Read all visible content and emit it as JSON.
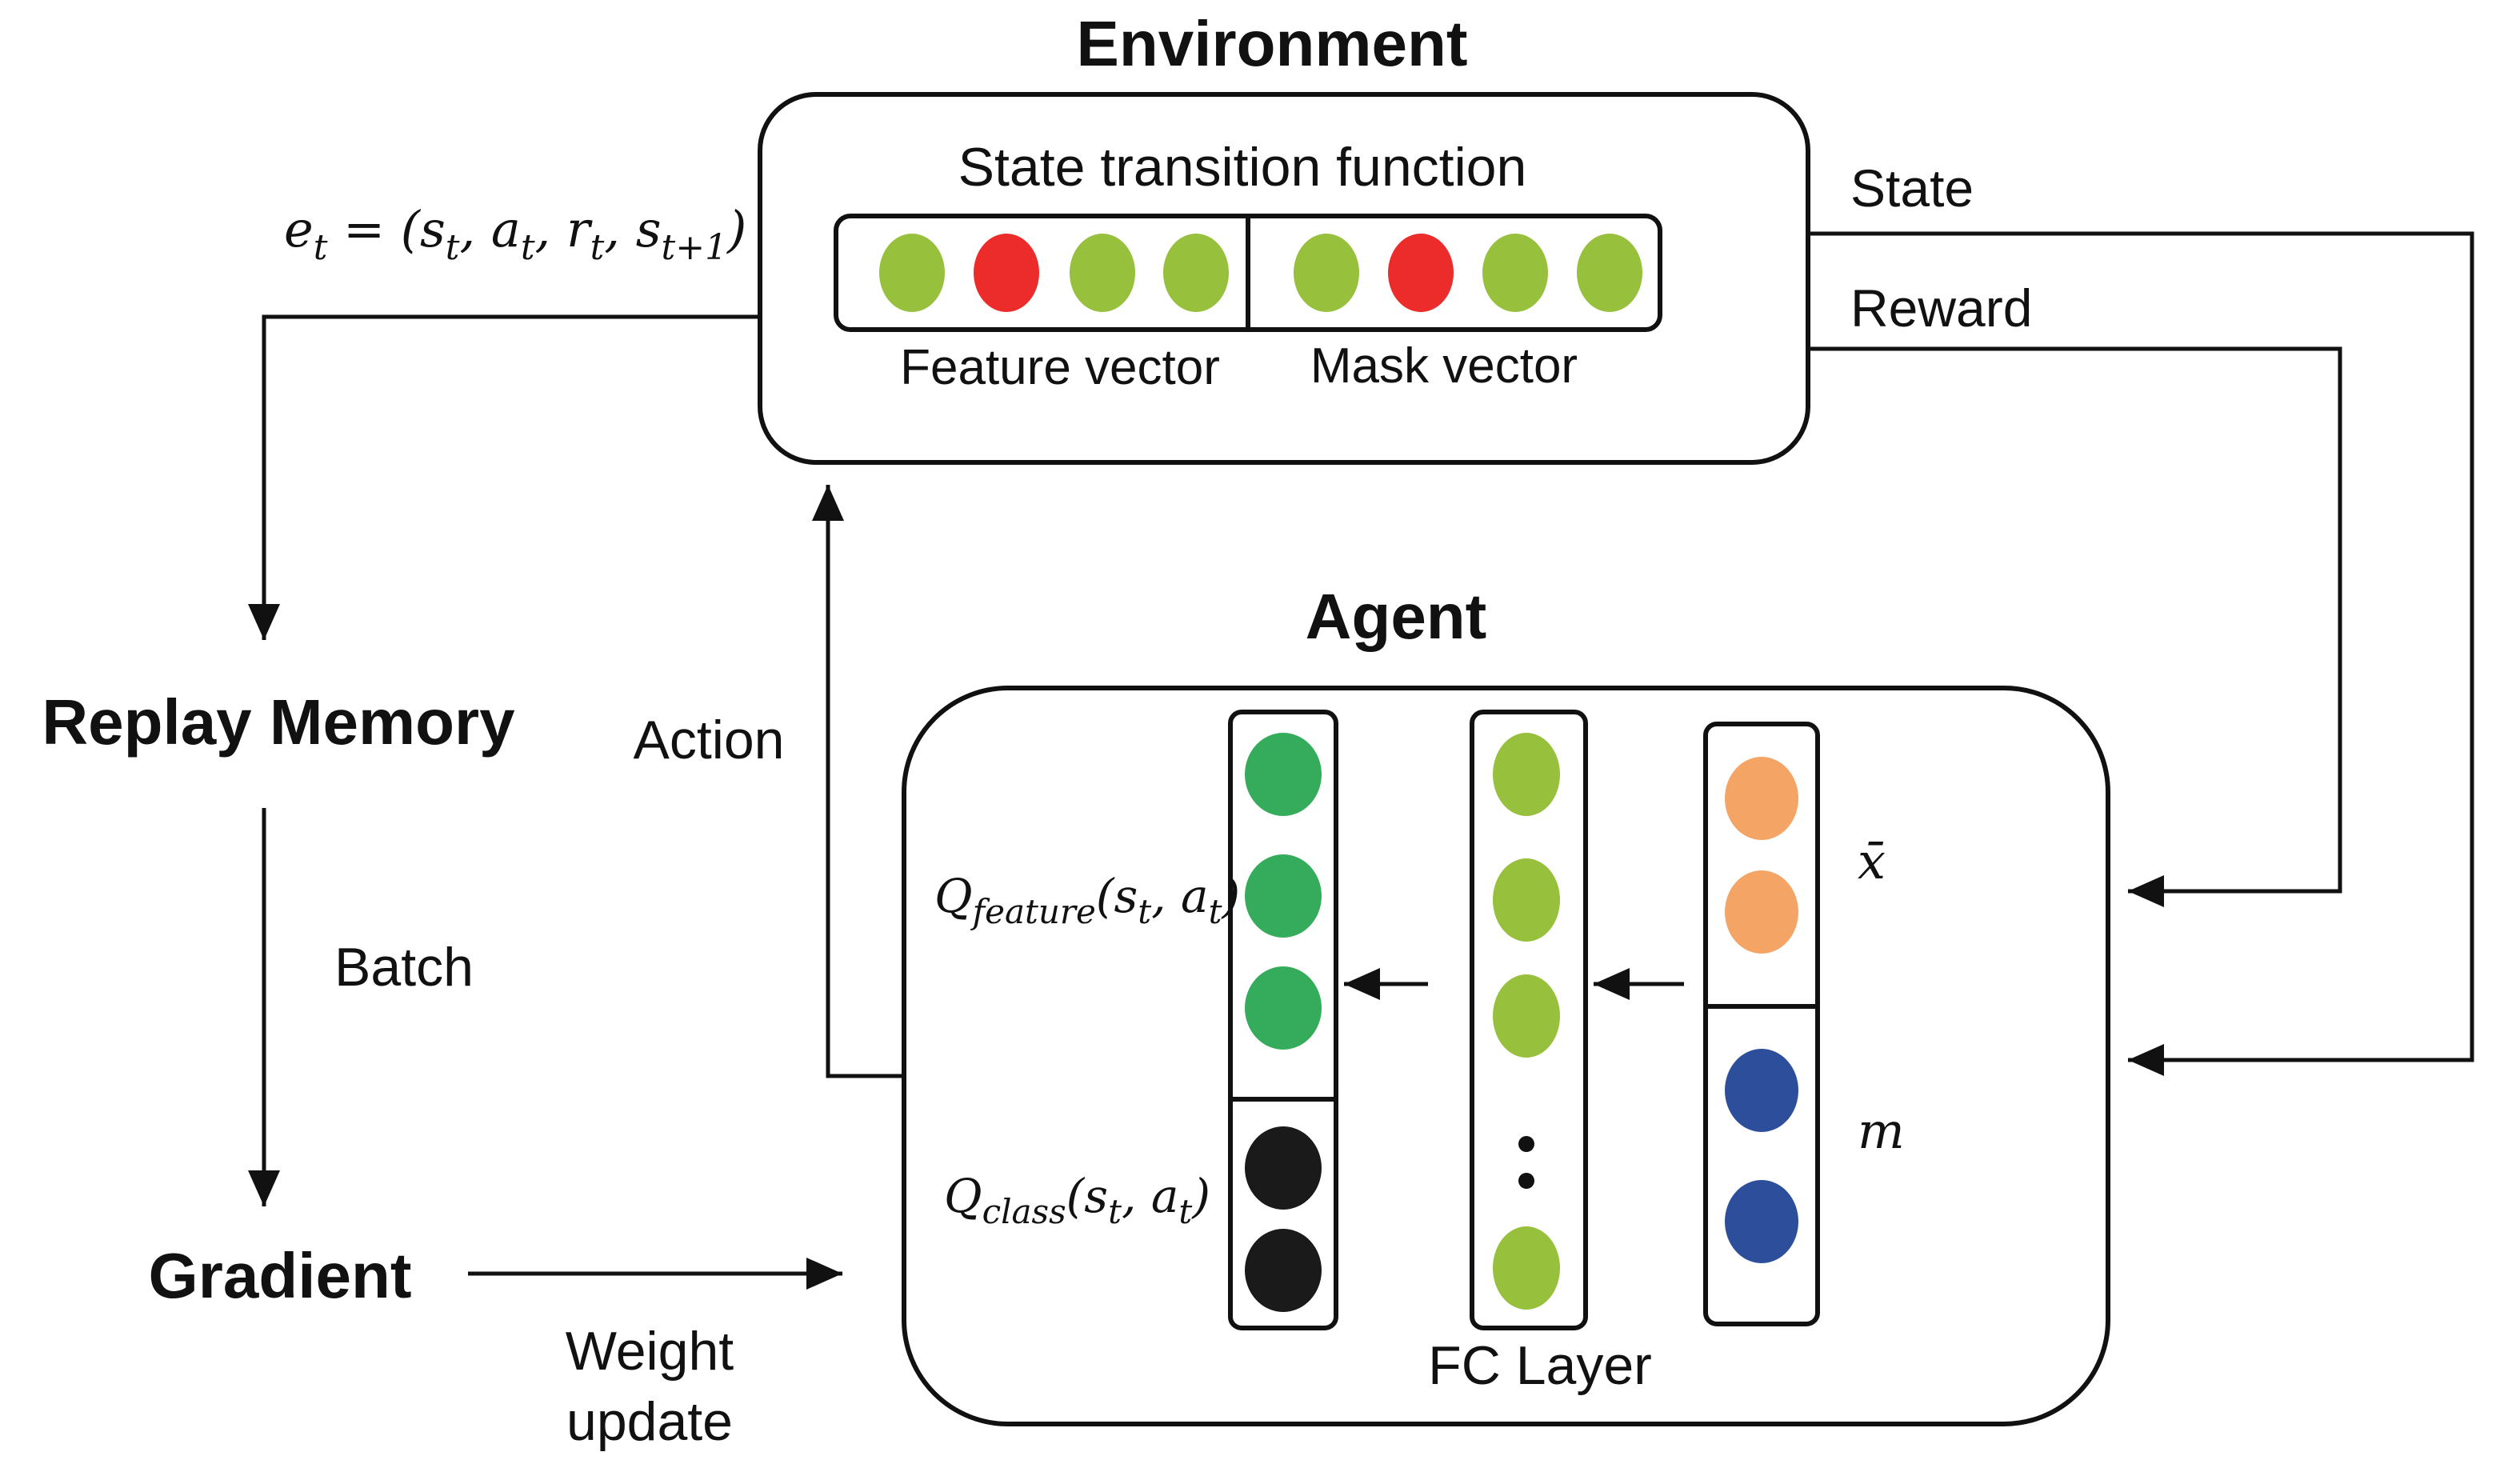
{
  "environment": {
    "title": "Environment",
    "subtitle": "State transition function",
    "feature_label": "Feature vector",
    "mask_label": "Mask vector",
    "feature_dots": [
      "green",
      "red",
      "green",
      "green"
    ],
    "mask_dots": [
      "green",
      "red",
      "green",
      "green"
    ]
  },
  "experience": {
    "e": "e",
    "sub_t": "t",
    "eq": " = (",
    "s": "s",
    "a": "a",
    "r": "r",
    "sub_t1": "t+1",
    "comma": ", ",
    "close": ")"
  },
  "edges": {
    "state": "State",
    "reward": "Reward",
    "action": "Action",
    "batch": "Batch",
    "weight_update_line1": "Weight",
    "weight_update_line2": "update"
  },
  "nodes": {
    "replay_memory": "Replay Memory",
    "gradient": "Gradient"
  },
  "agent": {
    "title": "Agent",
    "fc_label": "FC Layer",
    "q_feature": {
      "Q": "Q",
      "sub": "feature",
      "args_open": "(s",
      "t": "t",
      "a": ", a",
      "close": ")"
    },
    "q_class": {
      "Q": "Q",
      "sub": "class",
      "args_open": "(s",
      "t": "t",
      "a": ", a",
      "close": ")"
    },
    "x_bar": "x̄",
    "m": "m"
  },
  "colors": {
    "green_light": "#97c03c",
    "green_dark": "#34ac5c",
    "red": "#ec2b2b",
    "orange": "#f4a465",
    "blue": "#2d4f9b",
    "black": "#1a1a1a",
    "line": "#111111"
  }
}
